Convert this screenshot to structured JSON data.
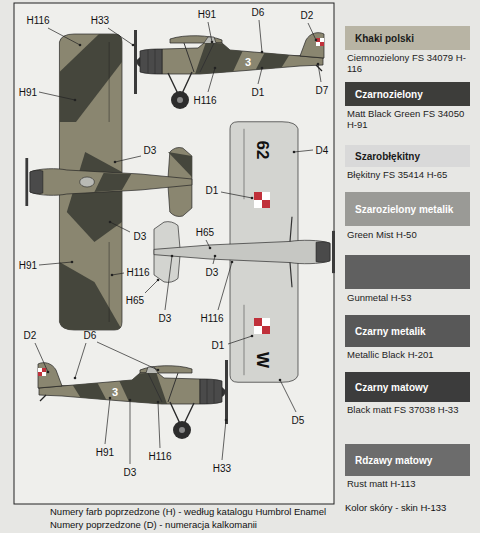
{
  "diagram": {
    "labels": [
      "H116",
      "H33",
      "H91",
      "D6",
      "D2",
      "3",
      "H91",
      "D3",
      "D1",
      "D7",
      "H116",
      "D4",
      "62",
      "D1",
      "H65",
      "D3",
      "D3",
      "H91",
      "H116",
      "H65",
      "D3",
      "H116",
      "D2",
      "D6",
      "D1",
      "W",
      "3",
      "D5",
      "H91",
      "H116",
      "D3",
      "H33",
      "Numery farb poprzedzone (H) - według katalogu Humbrol Enamel",
      "Numery poprzedzone (D) - numeracja kalkomanii",
      "Khaki polski",
      "Czarnozielony",
      "Szarobłękitny",
      "Szarozielony metalik",
      "Czarny metalik",
      "Czarny matowy",
      "Rdzawy matowy",
      "Kolor skóry - skin H-133"
    ],
    "legend": [
      {
        "text": "Ciemnozielony FS 34079 H-116",
        "color": "#b8b4a4"
      },
      {
        "text": "Matt Black Green FS 34050 H-91",
        "color": "#3d3d3a"
      },
      {
        "text": "Błękitny FS 35414 H-65",
        "color": "#d9d9d9"
      },
      {
        "text": "Green Mist H-50",
        "color": "#9a9a96"
      },
      {
        "text": "Gunmetal H-53",
        "color": "#606060"
      },
      {
        "text": "Metallic Black H-201",
        "color": "#585858"
      },
      {
        "text": "Black matt FS 37038 H-33",
        "color": "#3c3c3c"
      },
      {
        "text": "Rust matt H-113",
        "color": "#6c6c6c"
      }
    ]
  }
}
